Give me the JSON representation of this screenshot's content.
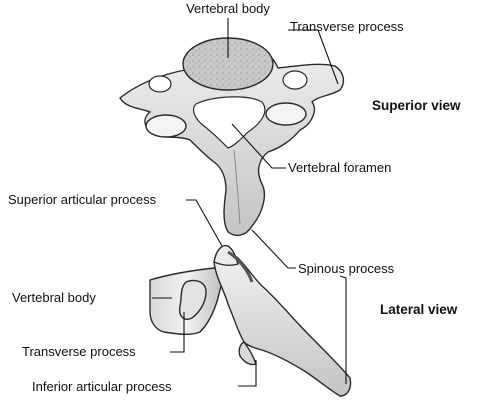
{
  "views": {
    "superior": "Superior view",
    "lateral": "Lateral view"
  },
  "labels": {
    "vertebral_body_top": "Vertebral body",
    "transverse_process_top": "Transverse process",
    "vertebral_foramen": "Vertebral foramen",
    "superior_articular_process": "Superior articular process",
    "spinous_process": "Spinous process",
    "vertebral_body_lateral": "Vertebral body",
    "transverse_process_lateral": "Transverse process",
    "inferior_articular_process": "Inferior articular process"
  },
  "colors": {
    "bone_light": "#e6e6e6",
    "bone_shadow": "#b5b5b5",
    "outline": "#2a2a2a"
  }
}
